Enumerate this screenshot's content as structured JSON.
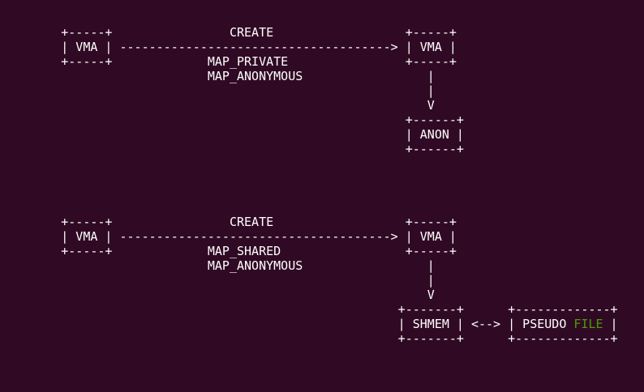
{
  "terminal": {
    "colors": {
      "background": "#300A24",
      "foreground": "#FFFFFF",
      "green": "#4E9A06"
    },
    "diagrams": [
      {
        "title_label": "CREATE",
        "flag_labels": [
          "MAP_PRIVATE",
          "MAP_ANONYMOUS"
        ],
        "box_labels": [
          "VMA",
          "VMA",
          "ANON"
        ],
        "lines": [
          "        +-----+                CREATE                  +-----+",
          "        | VMA | -------------------------------------> | VMA |",
          "        +-----+             MAP_PRIVATE                +-----+",
          "                            MAP_ANONYMOUS                 |",
          "                                                          |",
          "                                                          V",
          "                                                       +------+",
          "                                                       | ANON |",
          "                                                       +------+"
        ]
      },
      {
        "title_label": "CREATE",
        "flag_labels": [
          "MAP_SHARED",
          "MAP_ANONYMOUS"
        ],
        "box_labels": [
          "VMA",
          "VMA",
          "SHMEM",
          "PSEUDO FILE"
        ],
        "lines": [
          "        +-----+                CREATE                  +-----+",
          "        | VMA | -------------------------------------> | VMA |",
          "        +-----+             MAP_SHARED                 +-----+",
          "                            MAP_ANONYMOUS                 |",
          "                                                          |",
          "                                                          V",
          "                                                      +-------+      +-------------+"
        ],
        "split_line": {
          "pre": "                                                      | SHMEM | <--> | PSEUDO ",
          "highlight": "FILE",
          "post": " |"
        },
        "bottom_line": "                                                      +-------+      +-------------+"
      }
    ]
  }
}
